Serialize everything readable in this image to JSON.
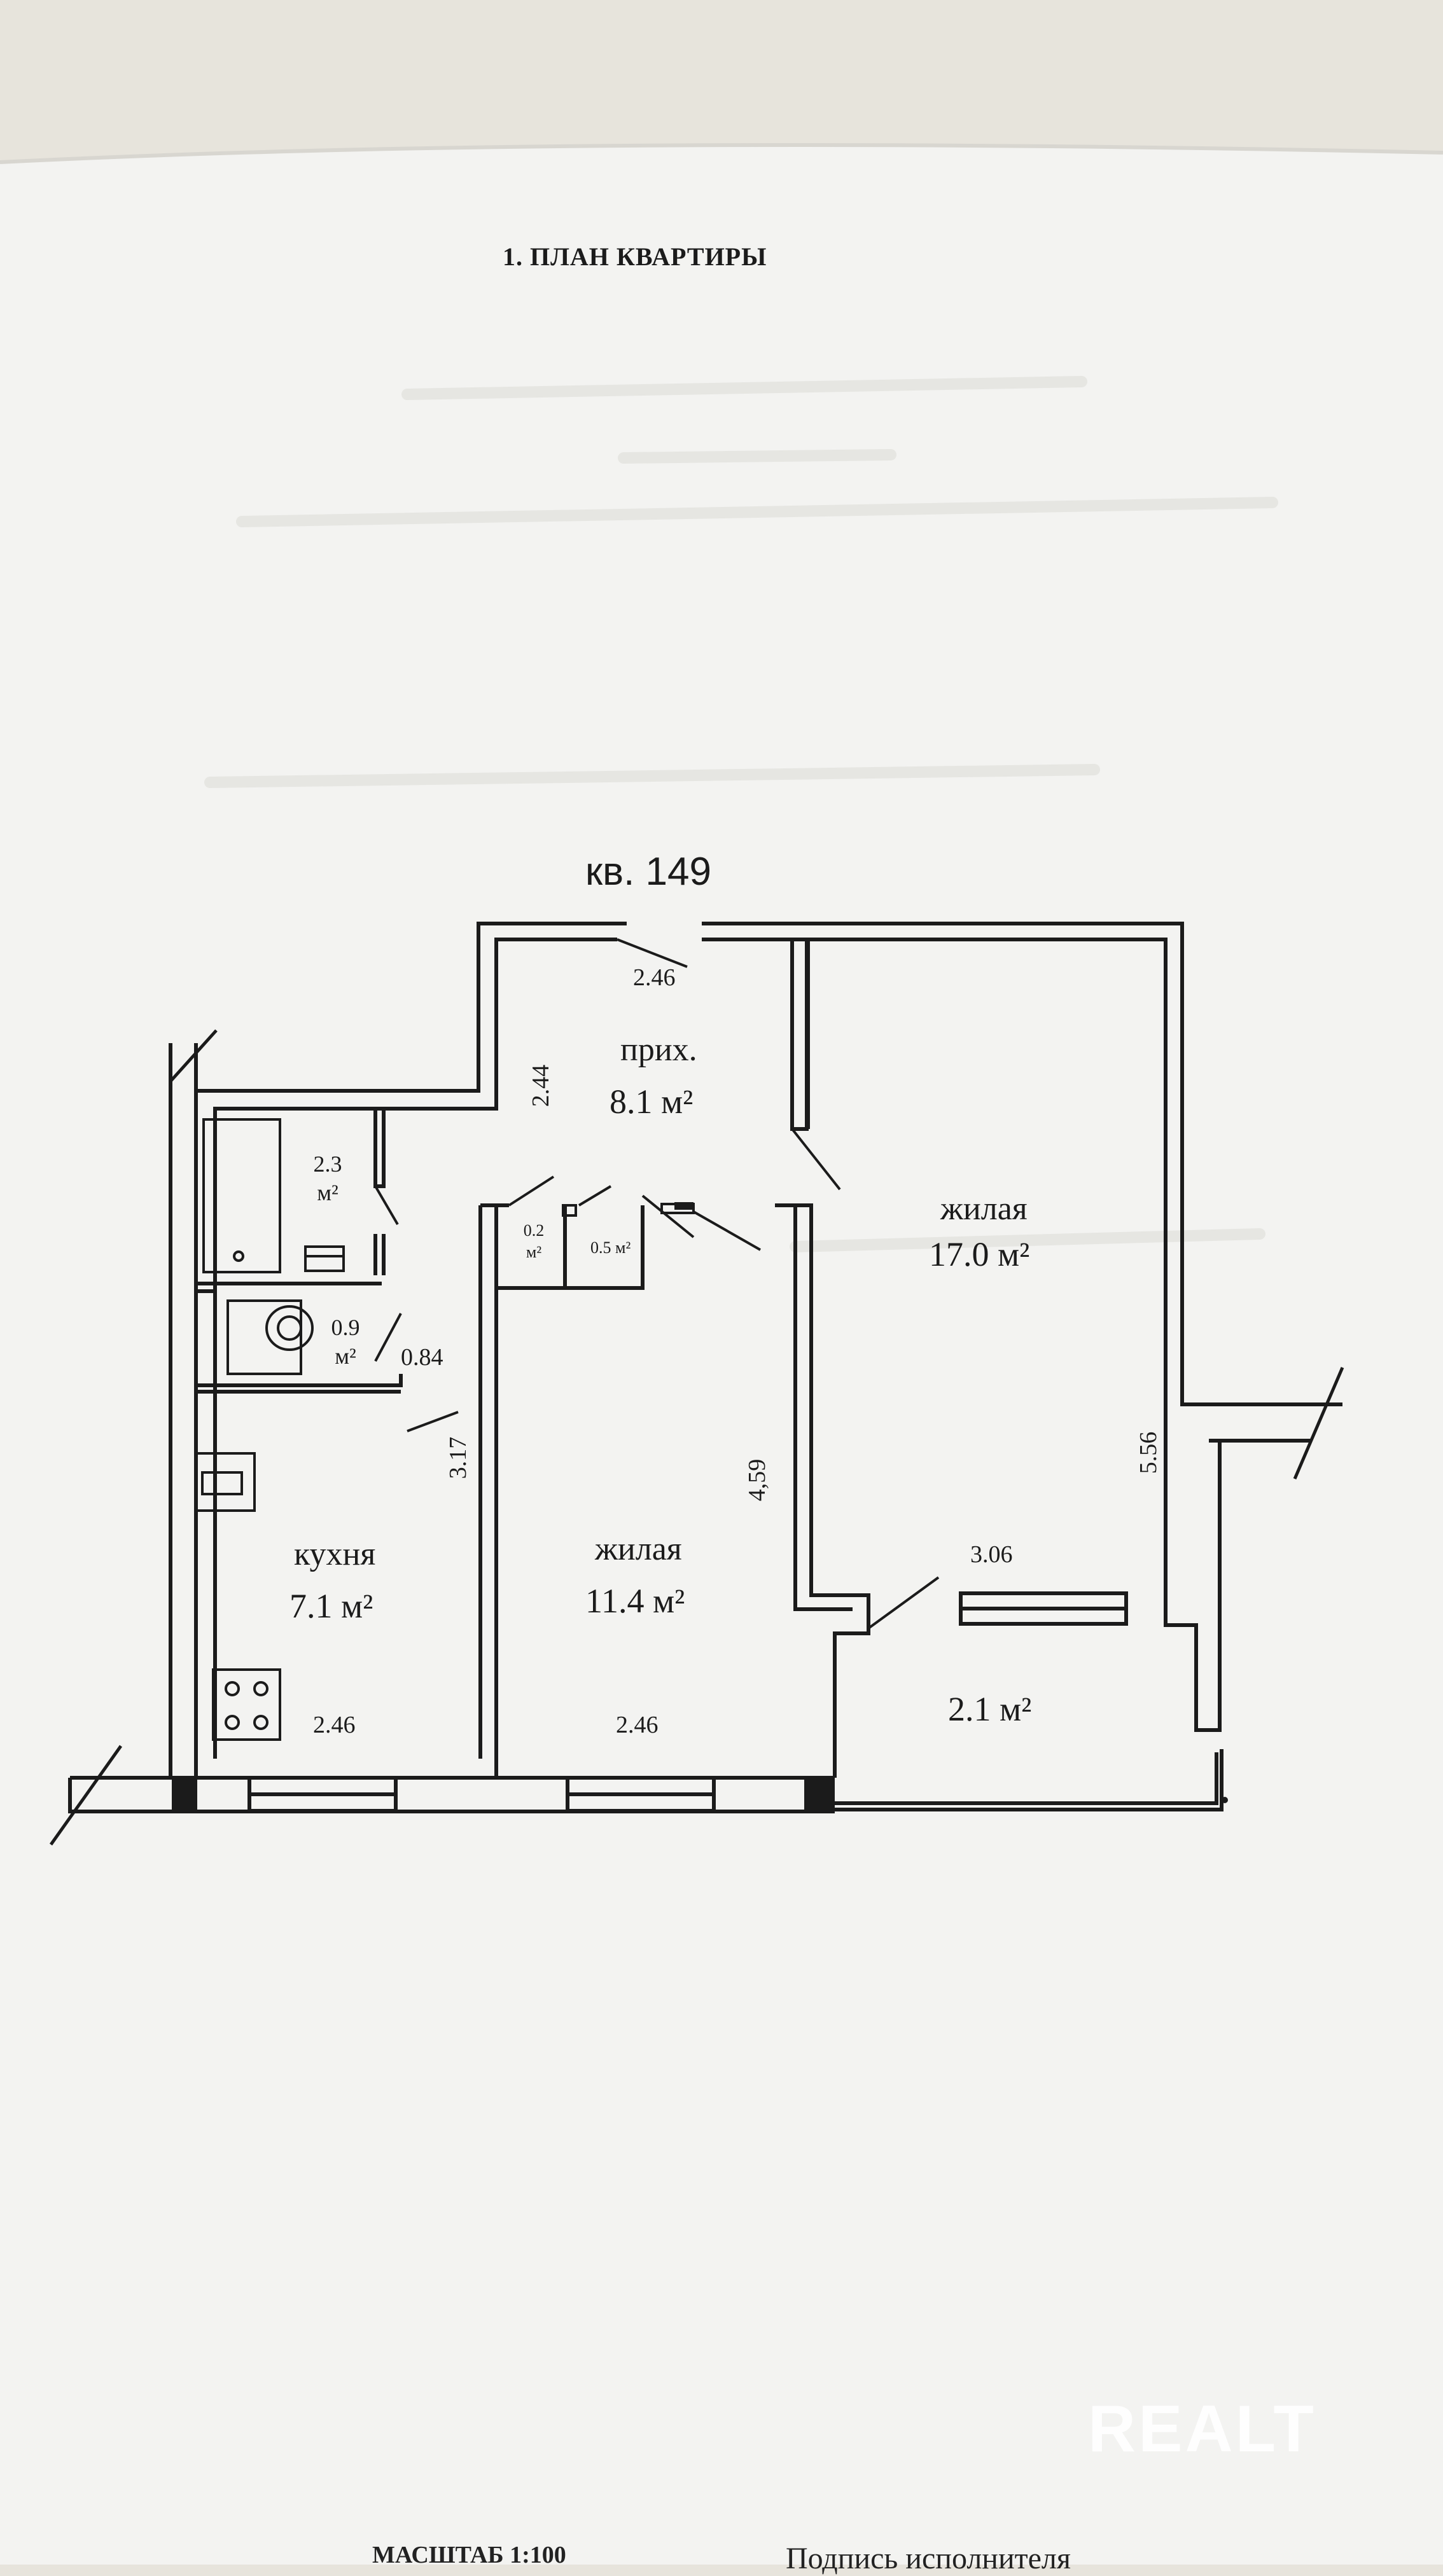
{
  "document": {
    "title": "1. ПЛАН КВАРТИРЫ",
    "apartment_label": "кв. 149",
    "scale_label": "МАСШТАБ 1:100",
    "signature_label": "Подпись исполнителя"
  },
  "rooms": {
    "hallway": {
      "name": "прих.",
      "area": "8.1 м²",
      "dim_top": "2.46",
      "dim_side": "2.44"
    },
    "bathroom": {
      "area_line1": "2.3",
      "area_line2": "м²"
    },
    "toilet": {
      "area_line1": "0.9",
      "area_line2": "м²",
      "dim": "0.84"
    },
    "closet_small": {
      "area_line1": "0.2",
      "area_line2": "м²"
    },
    "closet_medium": {
      "area": "0.5 м²"
    },
    "kitchen": {
      "name": "кухня",
      "area": "7.1 м²",
      "dim_side": "3.17",
      "dim_bottom": "2.46"
    },
    "living_small": {
      "name": "жилая",
      "area": "11.4 м²",
      "dim_side": "4,59",
      "dim_bottom": "2.46"
    },
    "living_large": {
      "name": "жилая",
      "area": "17.0 м²",
      "dim_side": "5.56",
      "dim_bottom": "3.06"
    },
    "balcony": {
      "area": "2.1 м²"
    }
  },
  "watermark": {
    "text": "REALT"
  },
  "colors": {
    "paper": "#f3f3f1",
    "ink": "#1b1b1b",
    "background": "#e7e4dc"
  }
}
